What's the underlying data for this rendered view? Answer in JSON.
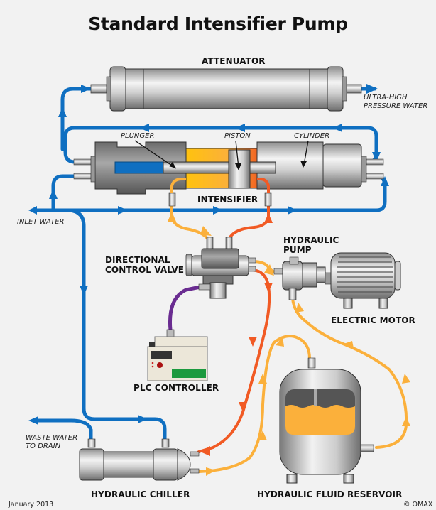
{
  "title": "Standard Intensifier Pump",
  "colors": {
    "background": "#f2f2f2",
    "water_line": "#0f6fc1",
    "hydraulic_supply": "#fbb03b",
    "hydraulic_return": "#f15a24",
    "plc_cable": "#6a2c91",
    "steel": "#c8c8c8",
    "plunger_blue": "#0f6fc1",
    "hydraulic_fluid": "#fbb03b"
  },
  "components": {
    "attenuator": "ATTENUATOR",
    "intensifier": "INTENSIFIER",
    "plunger": "PLUNGER",
    "piston": "PISTON",
    "cylinder": "CYLINDER",
    "directional_control_valve": "DIRECTIONAL\nCONTROL VALVE",
    "hydraulic_pump": "HYDRAULIC\nPUMP",
    "electric_motor": "ELECTRIC MOTOR",
    "plc_controller": "PLC CONTROLLER",
    "hydraulic_chiller": "HYDRAULIC CHILLER",
    "hydraulic_fluid_reservoir": "HYDRAULIC FLUID RESERVOIR"
  },
  "flows": {
    "inlet_water": "INLET WATER",
    "ultra_high_pressure_water": "ULTRA-HIGH\nPRESSURE WATER",
    "waste_water": "WASTE WATER\nTO DRAIN"
  },
  "footer": {
    "date": "January 2013",
    "copyright": "© OMAX"
  }
}
